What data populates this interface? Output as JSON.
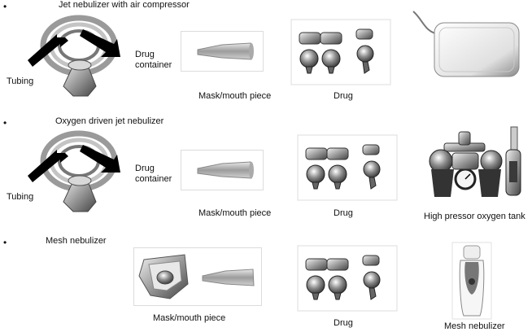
{
  "sections": [
    {
      "bullet": "•",
      "title": "Jet nebulizer with air compressor",
      "device_labels": {
        "tubing": "Tubing",
        "container": "Drug container"
      },
      "mask_label": "Mask/mouth piece",
      "drug_label": "Drug"
    },
    {
      "bullet": "•",
      "title": "Oxygen driven jet nebulizer",
      "device_labels": {
        "tubing": "Tubing",
        "container": "Drug container"
      },
      "mask_label": "Mask/mouth piece",
      "drug_label": "Drug",
      "extra_label": "High pressor oxygen tank"
    },
    {
      "bullet": "•",
      "title": "Mesh nebulizer",
      "mask_label": "Mask/mouth piece",
      "drug_label": "Drug",
      "extra_label": "Mesh nebulizer"
    }
  ],
  "container_line1": "Drug",
  "container_line2": "container"
}
